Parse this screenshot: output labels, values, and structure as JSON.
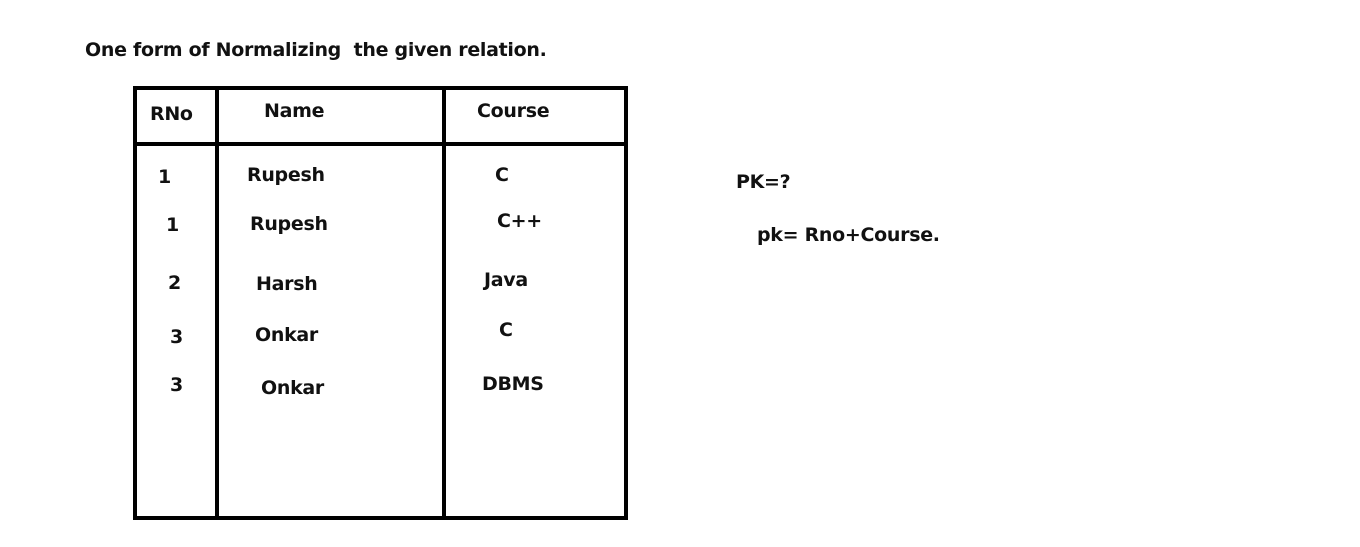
{
  "title": "One form of Normalizing  the given relation.",
  "table": {
    "headers": [
      "RNo",
      "Name",
      "Course"
    ],
    "rows": [
      {
        "rno": "1",
        "name": "Rupesh",
        "course": "C"
      },
      {
        "rno": "1",
        "name": "Rupesh",
        "course": "C++"
      },
      {
        "rno": "2",
        "name": "Harsh",
        "course": "Java"
      },
      {
        "rno": "3",
        "name": "Onkar",
        "course": "C"
      },
      {
        "rno": "3",
        "name": "Onkar",
        "course": "DBMS"
      }
    ]
  },
  "notes": {
    "question": "PK=?",
    "answer": "pk= Rno+Course."
  }
}
